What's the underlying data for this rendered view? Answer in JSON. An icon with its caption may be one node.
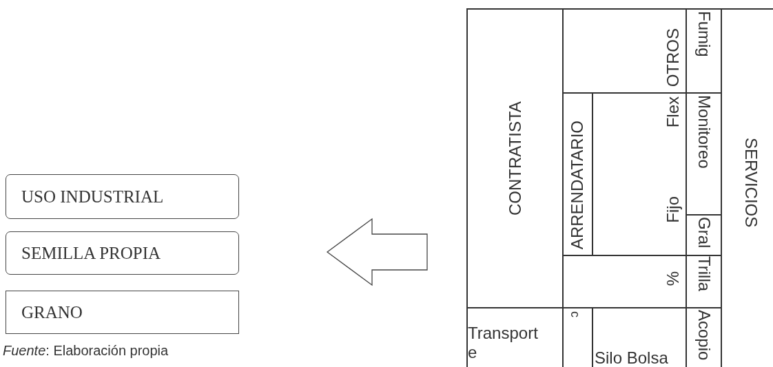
{
  "diagram": {
    "caption": "*Fuente*: Elaboración propia",
    "nodes": [
      {
        "text": [
          "USO INDUSTRIAL"
        ]
      },
      {
        "text": [
          "SEMILLA PROPIA"
        ]
      },
      {
        "text": [
          "GRANO"
        ]
      },
      {
        "text": [
          "CONTRATISTA"
        ]
      },
      {
        "text": [
          "OTROS"
        ]
      },
      {
        "text": [
          "Fumig"
        ]
      },
      {
        "text": [
          "SERVICIOS"
        ]
      },
      {
        "text": [
          "ARRENDATARIO"
        ]
      },
      {
        "text": [
          "Flex",
          "Fijo"
        ]
      },
      {
        "text": [
          "Monitoreo"
        ]
      },
      {
        "text": [
          "Gral"
        ]
      },
      {
        "text": [
          "%"
        ]
      },
      {
        "text": [
          "Trilla"
        ]
      },
      {
        "text": [
          "Transporte"
        ]
      },
      {
        "text": [
          "c"
        ]
      },
      {
        "text": [
          "Silo Bolsa"
        ]
      },
      {
        "text": [
          "Acopio"
        ]
      }
    ]
  }
}
